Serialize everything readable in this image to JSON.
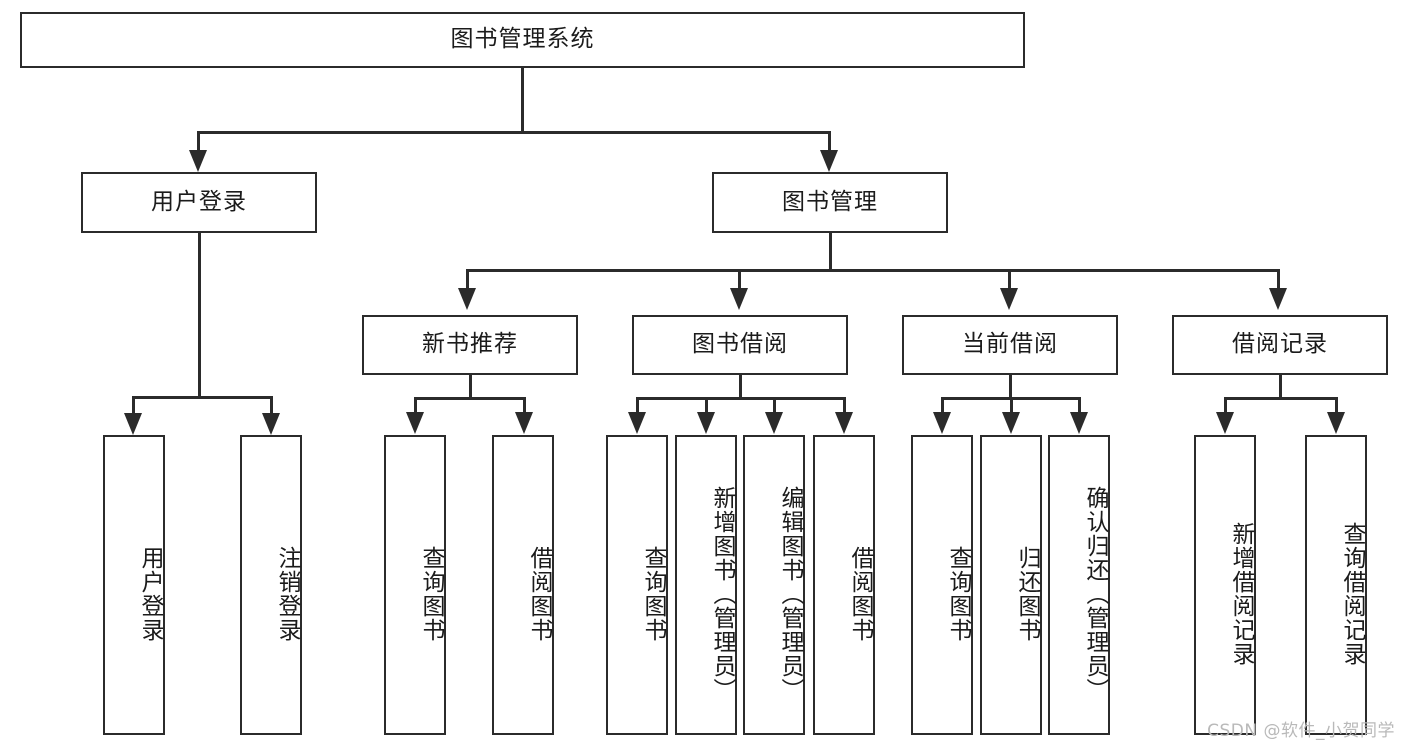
{
  "diagram": {
    "type": "tree-hierarchy",
    "title": "图书管理系统",
    "root": {
      "id": "root",
      "label": "图书管理系统",
      "level": 0
    },
    "level2": [
      {
        "id": "user-login",
        "label": "用户登录",
        "level": 1
      },
      {
        "id": "book-management",
        "label": "图书管理",
        "level": 1
      }
    ],
    "level3": [
      {
        "id": "new-book-recommend",
        "label": "新书推荐",
        "level": 2,
        "parent": "book-management"
      },
      {
        "id": "book-borrow",
        "label": "图书借阅",
        "level": 2,
        "parent": "book-management"
      },
      {
        "id": "current-borrow",
        "label": "当前借阅",
        "level": 2,
        "parent": "book-management"
      },
      {
        "id": "borrow-record",
        "label": "借阅记录",
        "level": 2,
        "parent": "book-management"
      }
    ],
    "leaves": [
      {
        "id": "leaf-user-login",
        "label": "用户登录",
        "parent": "user-login"
      },
      {
        "id": "leaf-user-logout",
        "label": "注销登录",
        "parent": "user-login"
      },
      {
        "id": "leaf-query-book-1",
        "label": "查询图书",
        "parent": "new-book-recommend"
      },
      {
        "id": "leaf-borrow-book-1",
        "label": "借阅图书",
        "parent": "new-book-recommend"
      },
      {
        "id": "leaf-query-book-2",
        "label": "查询图书",
        "parent": "book-borrow"
      },
      {
        "id": "leaf-add-book",
        "label": "新增图书（管理员）",
        "parent": "book-borrow"
      },
      {
        "id": "leaf-edit-book",
        "label": "编辑图书（管理员）",
        "parent": "book-borrow"
      },
      {
        "id": "leaf-borrow-book-2",
        "label": "借阅图书",
        "parent": "book-borrow"
      },
      {
        "id": "leaf-query-book-3",
        "label": "查询图书",
        "parent": "current-borrow"
      },
      {
        "id": "leaf-return-book",
        "label": "归还图书",
        "parent": "current-borrow"
      },
      {
        "id": "leaf-confirm-return",
        "label": "确认归还（管理员）",
        "parent": "current-borrow"
      },
      {
        "id": "leaf-add-record",
        "label": "新增借阅记录",
        "parent": "borrow-record"
      },
      {
        "id": "leaf-query-record",
        "label": "查询借阅记录",
        "parent": "borrow-record"
      }
    ]
  },
  "watermark": {
    "text": "CSDN @软件_小贺同学"
  },
  "colors": {
    "stroke": "#2b2b2b",
    "fill": "#ffffff",
    "text": "#1b1b1b",
    "watermark": "#b9b9b9"
  }
}
